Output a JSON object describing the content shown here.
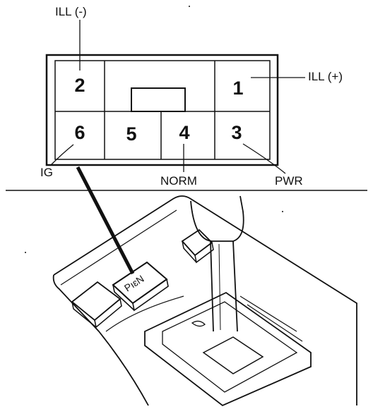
{
  "connector": {
    "pins": [
      {
        "number": "2"
      },
      {
        "number": "1"
      },
      {
        "number": "6"
      },
      {
        "number": "5"
      },
      {
        "number": "4"
      },
      {
        "number": "3"
      }
    ]
  },
  "labels": {
    "ill_minus": "ILL (-)",
    "ill_plus": "ILL (+)",
    "ig": "IG",
    "norm": "NORM",
    "pwr": "PWR"
  },
  "switch": {
    "text": "PıɛN"
  }
}
